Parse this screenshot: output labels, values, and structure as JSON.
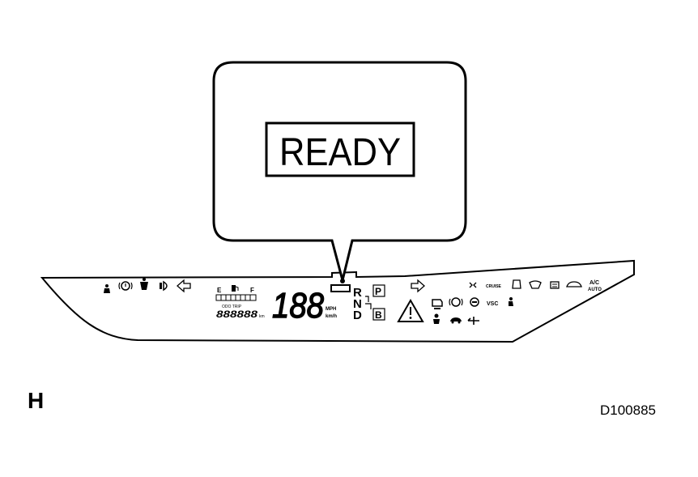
{
  "callout": {
    "text": "READY"
  },
  "figure": {
    "section_letter": "H",
    "code": "D100885"
  },
  "cluster": {
    "fuel_empty": "E",
    "fuel_full": "F",
    "speed_digits": "188",
    "odometer": "888888",
    "odometer_unit": "km",
    "trip_label": "ODO TRIP",
    "speed_unit_top": "MPH",
    "speed_unit_bottom": "km/h",
    "gear_r": "R",
    "gear_n": "N",
    "gear_d": "D",
    "gear_p": "P",
    "gear_b": "B",
    "cruise": "CRUISE",
    "vsc": "VSC",
    "ac_top": "A/C",
    "ac_bottom": "AUTO"
  },
  "icons": [
    "seatbelt-icon",
    "brake-icon",
    "oil-icon",
    "headlight-icon",
    "left-turn-icon",
    "fuel-pump-icon",
    "right-turn-icon",
    "engine-icon",
    "abs-icon",
    "brake-hold-icon",
    "master-warning-icon",
    "airbag-icon",
    "slip-icon",
    "battery-icon",
    "tail-light-icon",
    "front-defog-icon",
    "rear-defog-icon",
    "recirc-icon",
    "seat-icon"
  ]
}
